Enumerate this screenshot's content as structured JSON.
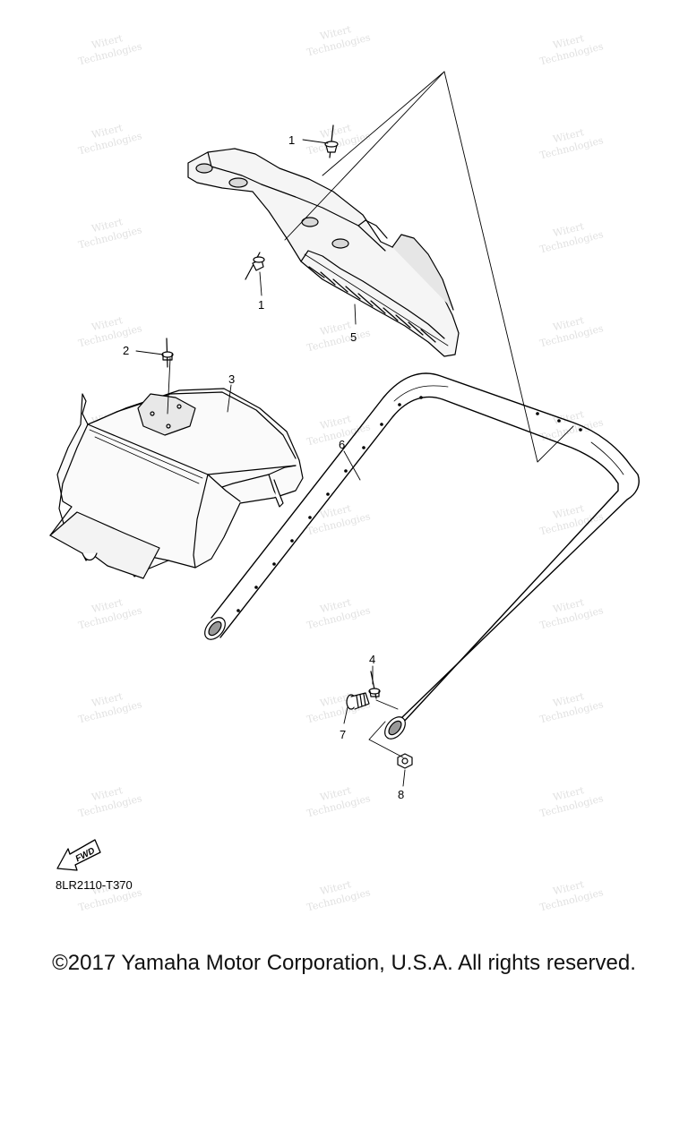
{
  "diagram": {
    "callouts": [
      "1",
      "1",
      "2",
      "3",
      "4",
      "5",
      "6",
      "7",
      "8"
    ],
    "direction_label": "FWD",
    "code": "8LR2110-T370"
  },
  "watermark": {
    "line1": "Witert",
    "line2": "Technologies"
  },
  "footer": {
    "copyright": "©2017 Yamaha Motor Corporation, U.S.A. All rights reserved."
  }
}
